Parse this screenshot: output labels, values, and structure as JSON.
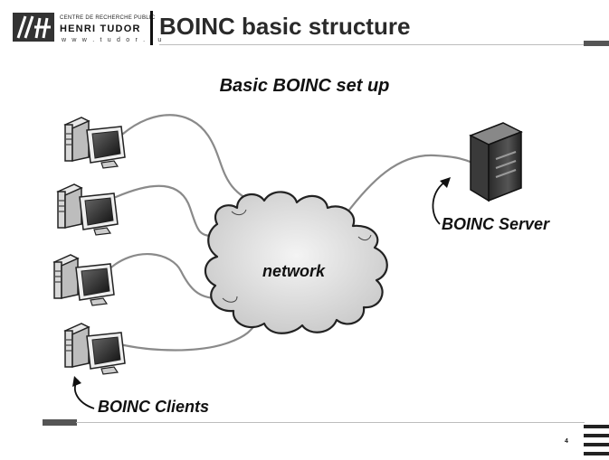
{
  "header": {
    "org_small": "CENTRE DE RECHERCHE PUBLIC",
    "org_name": "HENRI TUDOR",
    "org_url": "w w w . t u d o r . l u",
    "title": "BOINC basic structure"
  },
  "diagram": {
    "subtitle": "Basic BOINC set up",
    "network_label": "network",
    "server_label": "BOINC Server",
    "clients_label": "BOINC Clients"
  },
  "footer": {
    "page_number": "4"
  },
  "colors": {
    "accent": "#555555",
    "cable": "#8a8a8a",
    "rule": "#bdbdbd"
  }
}
